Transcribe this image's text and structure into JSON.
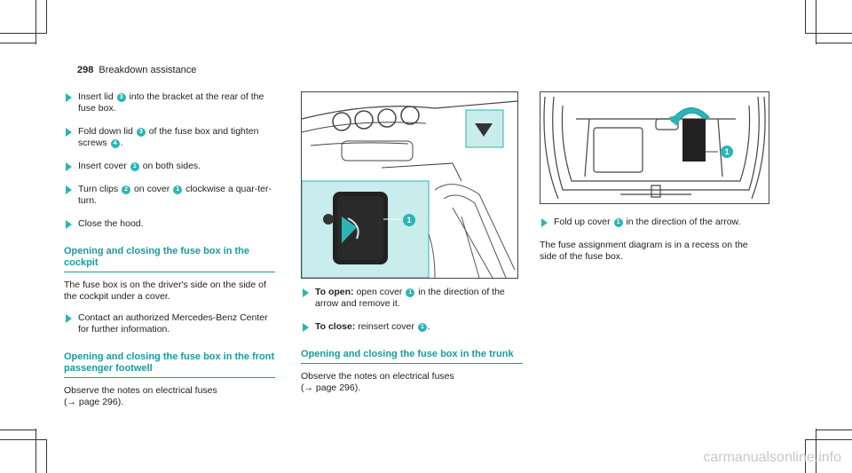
{
  "header": {
    "page_number": "298",
    "title": "Breakdown assistance"
  },
  "col1": {
    "step1": {
      "pre": "Insert lid",
      "b": "3",
      "post": "into the bracket at the rear of the fuse box."
    },
    "step2": {
      "pre": "Fold down lid",
      "b1": "3",
      "mid": "of the fuse box and tighten screws",
      "b2": "4",
      "post": "."
    },
    "step3": {
      "pre": "Insert cover",
      "b": "1",
      "post": "on both sides."
    },
    "step4": {
      "pre": "Turn clips",
      "b1": "2",
      "mid": "on cover",
      "b2": "1",
      "post": "clockwise a quar-ter-turn."
    },
    "step5": {
      "text": "Close the hood."
    },
    "section1": "Opening and closing the fuse box in the cockpit",
    "para1": "The fuse box is on the driver's side on the side of the cockpit under a cover.",
    "step6": {
      "text": "Contact an authorized Mercedes-Benz Center for further information."
    },
    "section2": "Opening and closing the fuse box in the front passenger footwell",
    "para2": "Observe the notes on electrical fuses",
    "ref2": "(→ page 296)."
  },
  "col2": {
    "figure_badge": "1",
    "step1": {
      "label": "To open:",
      "pre": "open cover",
      "b": "1",
      "post": "in the direction of the arrow and remove it."
    },
    "step2": {
      "label": "To close:",
      "pre": "reinsert cover",
      "b": "1",
      "post": "."
    },
    "section": "Opening and closing the fuse box in the trunk",
    "para": "Observe the notes on electrical fuses",
    "ref": "(→ page 296)."
  },
  "col3": {
    "figure_badge": "1",
    "step1": {
      "pre": "Fold up cover",
      "b": "1",
      "post": "in the direction of the arrow."
    },
    "para": "The fuse assignment diagram is in a recess on the side of the fuse box."
  },
  "watermark": "carmanualsonline.info",
  "colors": {
    "accent": "#2bb5b5",
    "heading": "#1a9aa0",
    "highlight": "#c9ecec"
  }
}
